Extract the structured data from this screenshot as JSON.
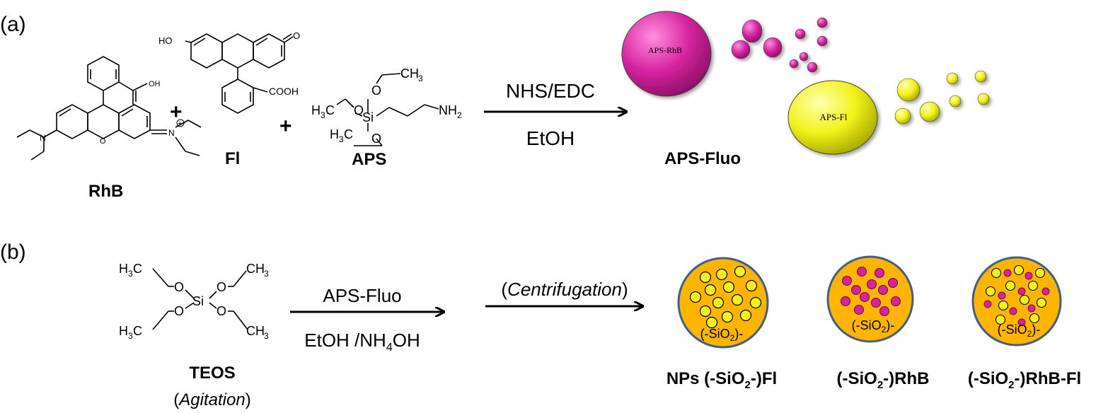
{
  "panel_a": {
    "label": "(a)",
    "reactants": {
      "rhb": {
        "name": "RhB",
        "groups": {
          "acid": "OH",
          "n_plus": "N",
          "plus_charge": "+"
        }
      },
      "fl": {
        "name": "Fl",
        "groups": {
          "ho": "HO",
          "ketone": "O",
          "acid": "COOH"
        }
      },
      "aps": {
        "name": "APS",
        "atoms": {
          "si": "Si",
          "o1": "O",
          "o2": "O",
          "o3": "O",
          "ch3_top": "CH",
          "ch3_top_sub": "3",
          "h3c_left": "H",
          "h3c_left_sub": "3",
          "h3c_left_c": "C",
          "h3c_bottom": "H",
          "h3c_bottom_sub": "3",
          "h3c_bottom_c": "C",
          "nh2": "NH",
          "nh2_sub": "2"
        }
      },
      "plus_sign": "+"
    },
    "reaction": {
      "above": "NHS/EDC",
      "below": "EtOH"
    },
    "product": {
      "name": "APS-Fluo",
      "large_particles": [
        {
          "label": "APS-RhB",
          "color": "#d6249f"
        },
        {
          "label": "APS-Fl",
          "color": "#f2f21a"
        }
      ]
    }
  },
  "panel_b": {
    "label": "(b)",
    "teos": {
      "name": "TEOS",
      "condition_open": "(",
      "condition": "Agitation",
      "condition_close": ")",
      "atoms": {
        "si": "Si",
        "o": "O",
        "h": "H",
        "c": "C",
        "ch": "CH",
        "sub3": "3"
      }
    },
    "reaction1": {
      "above": "APS-Fluo",
      "below_prefix": "EtOH /NH",
      "below_sub": "4",
      "below_suffix": "OH"
    },
    "reaction2": {
      "open": "(",
      "above": "Centrifugation",
      "close": ")"
    },
    "silica_label": {
      "prefix": "(-SiO",
      "sub": "2",
      "suffix": ")-"
    },
    "products": [
      {
        "pre": "NPs (-SiO",
        "sub": "2",
        "post": "-)Fl"
      },
      {
        "pre": "(-SiO",
        "sub": "2",
        "post": "-)RhB"
      },
      {
        "pre": "(-SiO",
        "sub": "2",
        "post": "-)RhB-Fl"
      }
    ]
  },
  "colors": {
    "magenta": "#d6249f",
    "yellow": "#f2f21a",
    "silica_orange": "#ffb400",
    "silica_border": "#3f5f8a"
  }
}
